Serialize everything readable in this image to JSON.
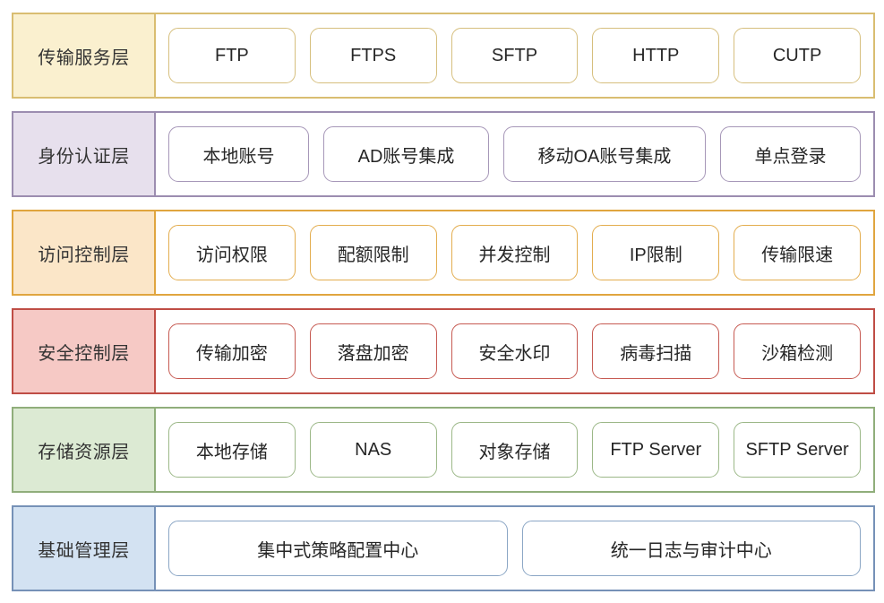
{
  "diagram": {
    "name": "file-transfer-platform-layered-architecture",
    "text_color": "#262626",
    "item_fill": "#ffffff",
    "layers": [
      {
        "name": "传输服务层",
        "border_color": "#d9bd71",
        "label_bg": "#faf0cf",
        "item_border_color": "#d6bf7e",
        "item_sizing": "equal",
        "items": [
          "FTP",
          "FTPS",
          "SFTP",
          "HTTP",
          "CUTP"
        ]
      },
      {
        "name": "身份认证层",
        "border_color": "#9c8db0",
        "label_bg": "#e7e0ed",
        "item_border_color": "#a697b8",
        "item_sizing": "content",
        "items": [
          "本地账号",
          "AD账号集成",
          "移动OA账号集成",
          "单点登录"
        ]
      },
      {
        "name": "访问控制层",
        "border_color": "#e0a53f",
        "label_bg": "#fbe6c8",
        "item_border_color": "#e3ad4f",
        "item_sizing": "equal",
        "items": [
          "访问权限",
          "配额限制",
          "并发控制",
          "IP限制",
          "传输限速"
        ]
      },
      {
        "name": "安全控制层",
        "border_color": "#bf4d45",
        "label_bg": "#f6c9c5",
        "item_border_color": "#c65a52",
        "item_sizing": "equal",
        "items": [
          "传输加密",
          "落盘加密",
          "安全水印",
          "病毒扫描",
          "沙箱检测"
        ]
      },
      {
        "name": "存储资源层",
        "border_color": "#90ae7b",
        "label_bg": "#dcead3",
        "item_border_color": "#9cb888",
        "item_sizing": "equal",
        "items": [
          "本地存储",
          "NAS",
          "对象存储",
          "FTP Server",
          "SFTP Server"
        ]
      },
      {
        "name": "基础管理层",
        "border_color": "#7691b7",
        "label_bg": "#d3e2f2",
        "item_border_color": "#8ba6c5",
        "item_sizing": "equal",
        "items": [
          "集中式策略配置中心",
          "统一日志与审计中心"
        ]
      }
    ]
  }
}
